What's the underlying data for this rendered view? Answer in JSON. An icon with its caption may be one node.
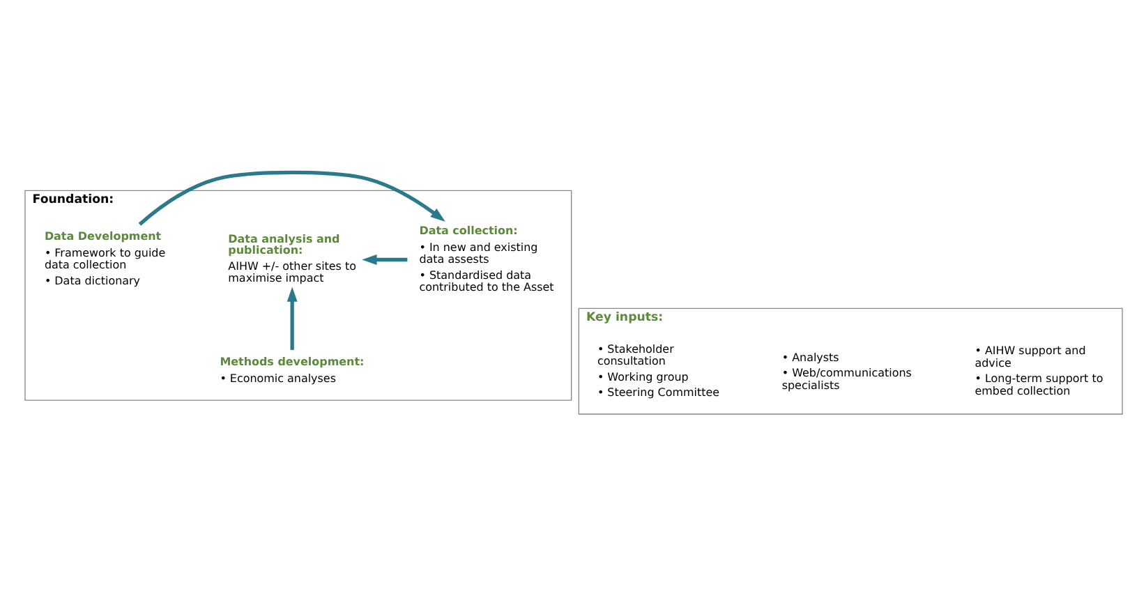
{
  "diagram": {
    "nodes": [
      {
        "text": [
          "Foundation:"
        ]
      },
      {
        "text": [
          "Data Development",
          "• Framework to guide data collection",
          "• Data dictionary"
        ],
        "in": 0
      },
      {
        "text": [
          "Data collection:",
          "• In new and existing data assests",
          "• Standardised data contributed to the Asset"
        ],
        "in": 0
      },
      {
        "text": [
          "Methods development:",
          "• Economic analyses"
        ],
        "in": 0
      },
      {
        "text": [
          "Data analysis and publication:",
          "AIHW +/- other sites to maximise impact"
        ],
        "in": 0
      },
      {
        "text": [
          "Key inputs:"
        ]
      },
      {
        "text": [
          "• Stakeholder consultation",
          "• Working group",
          "• Steering Committee"
        ],
        "in": 5
      },
      {
        "text": [
          "• AIHW support and advice",
          "• Long-term support to embed collection"
        ],
        "in": 5
      },
      {
        "text": [
          "• Analysts",
          "• Web/communications specialists"
        ],
        "in": 5
      }
    ],
    "edges": [
      {
        "from": 1,
        "to": 2,
        "arrow": "to"
      },
      {
        "from": 2,
        "to": 4,
        "arrow": "to"
      },
      {
        "from": 3,
        "to": 4,
        "arrow": "to"
      }
    ]
  }
}
